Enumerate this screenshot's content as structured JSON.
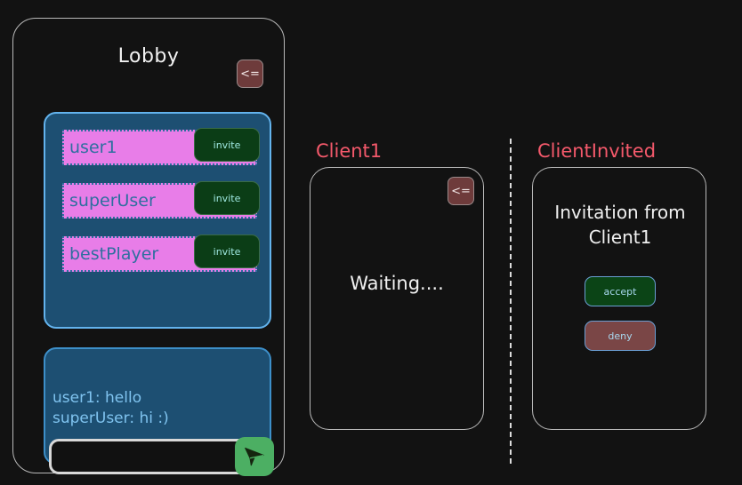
{
  "lobby": {
    "title": "Lobby",
    "back_label": "<=",
    "back_icon": "back-arrow-icon",
    "users": [
      {
        "name": "user1",
        "invite_label": "invite"
      },
      {
        "name": "superUser",
        "invite_label": "invite"
      },
      {
        "name": "bestPlayer",
        "invite_label": "invite"
      }
    ],
    "chat": {
      "messages": [
        "user1: hello",
        "superUser: hi :)"
      ],
      "input_value": "",
      "input_placeholder": "",
      "send_icon": "send-paper-plane-icon"
    }
  },
  "client1": {
    "label": "Client1",
    "back_label": "<=",
    "back_icon": "back-arrow-icon",
    "status_text": "Waiting...."
  },
  "client_invited": {
    "label": "ClientInvited",
    "invitation_text": "Invitation from Client1",
    "accept_label": "accept",
    "deny_label": "deny"
  },
  "colors": {
    "background": "#121212",
    "frame_border": "#b9b9b9",
    "panel_label": "#f4596b",
    "list_bg": "#1d4f72",
    "list_border": "#63b3ed",
    "user_row_bg": "#e87de8",
    "user_row_text": "#2f6f9f",
    "invite_bg": "#0b3d16",
    "accept_bg": "#0b4416",
    "deny_bg": "#7a4646",
    "send_bg": "#4caf63",
    "back_bg": "#6e3b3b",
    "chat_text": "#7fc3ef"
  }
}
